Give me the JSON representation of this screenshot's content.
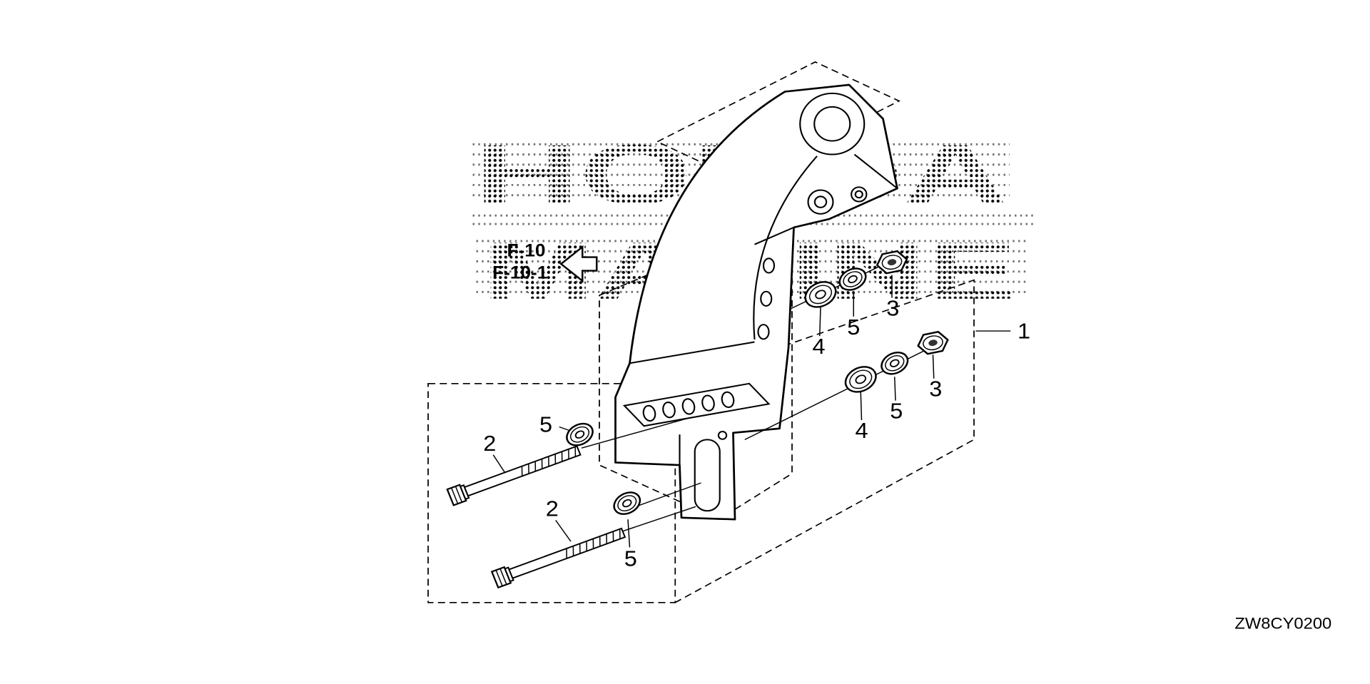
{
  "diagram": {
    "watermarks": {
      "line1": "HONDA",
      "line2": "MARINE"
    },
    "reference_links": {
      "primary": "F-10",
      "secondary": "F-10-1"
    },
    "part_callouts": {
      "assembly": "1",
      "bolt": "2",
      "nut": "3",
      "washer": "4",
      "spring_washer": "5"
    },
    "drawing_number": "ZW8CY0200",
    "colors": {
      "line": "#000000",
      "background": "#ffffff"
    },
    "icons": {
      "reference_arrow": "left-outline-arrow"
    }
  }
}
